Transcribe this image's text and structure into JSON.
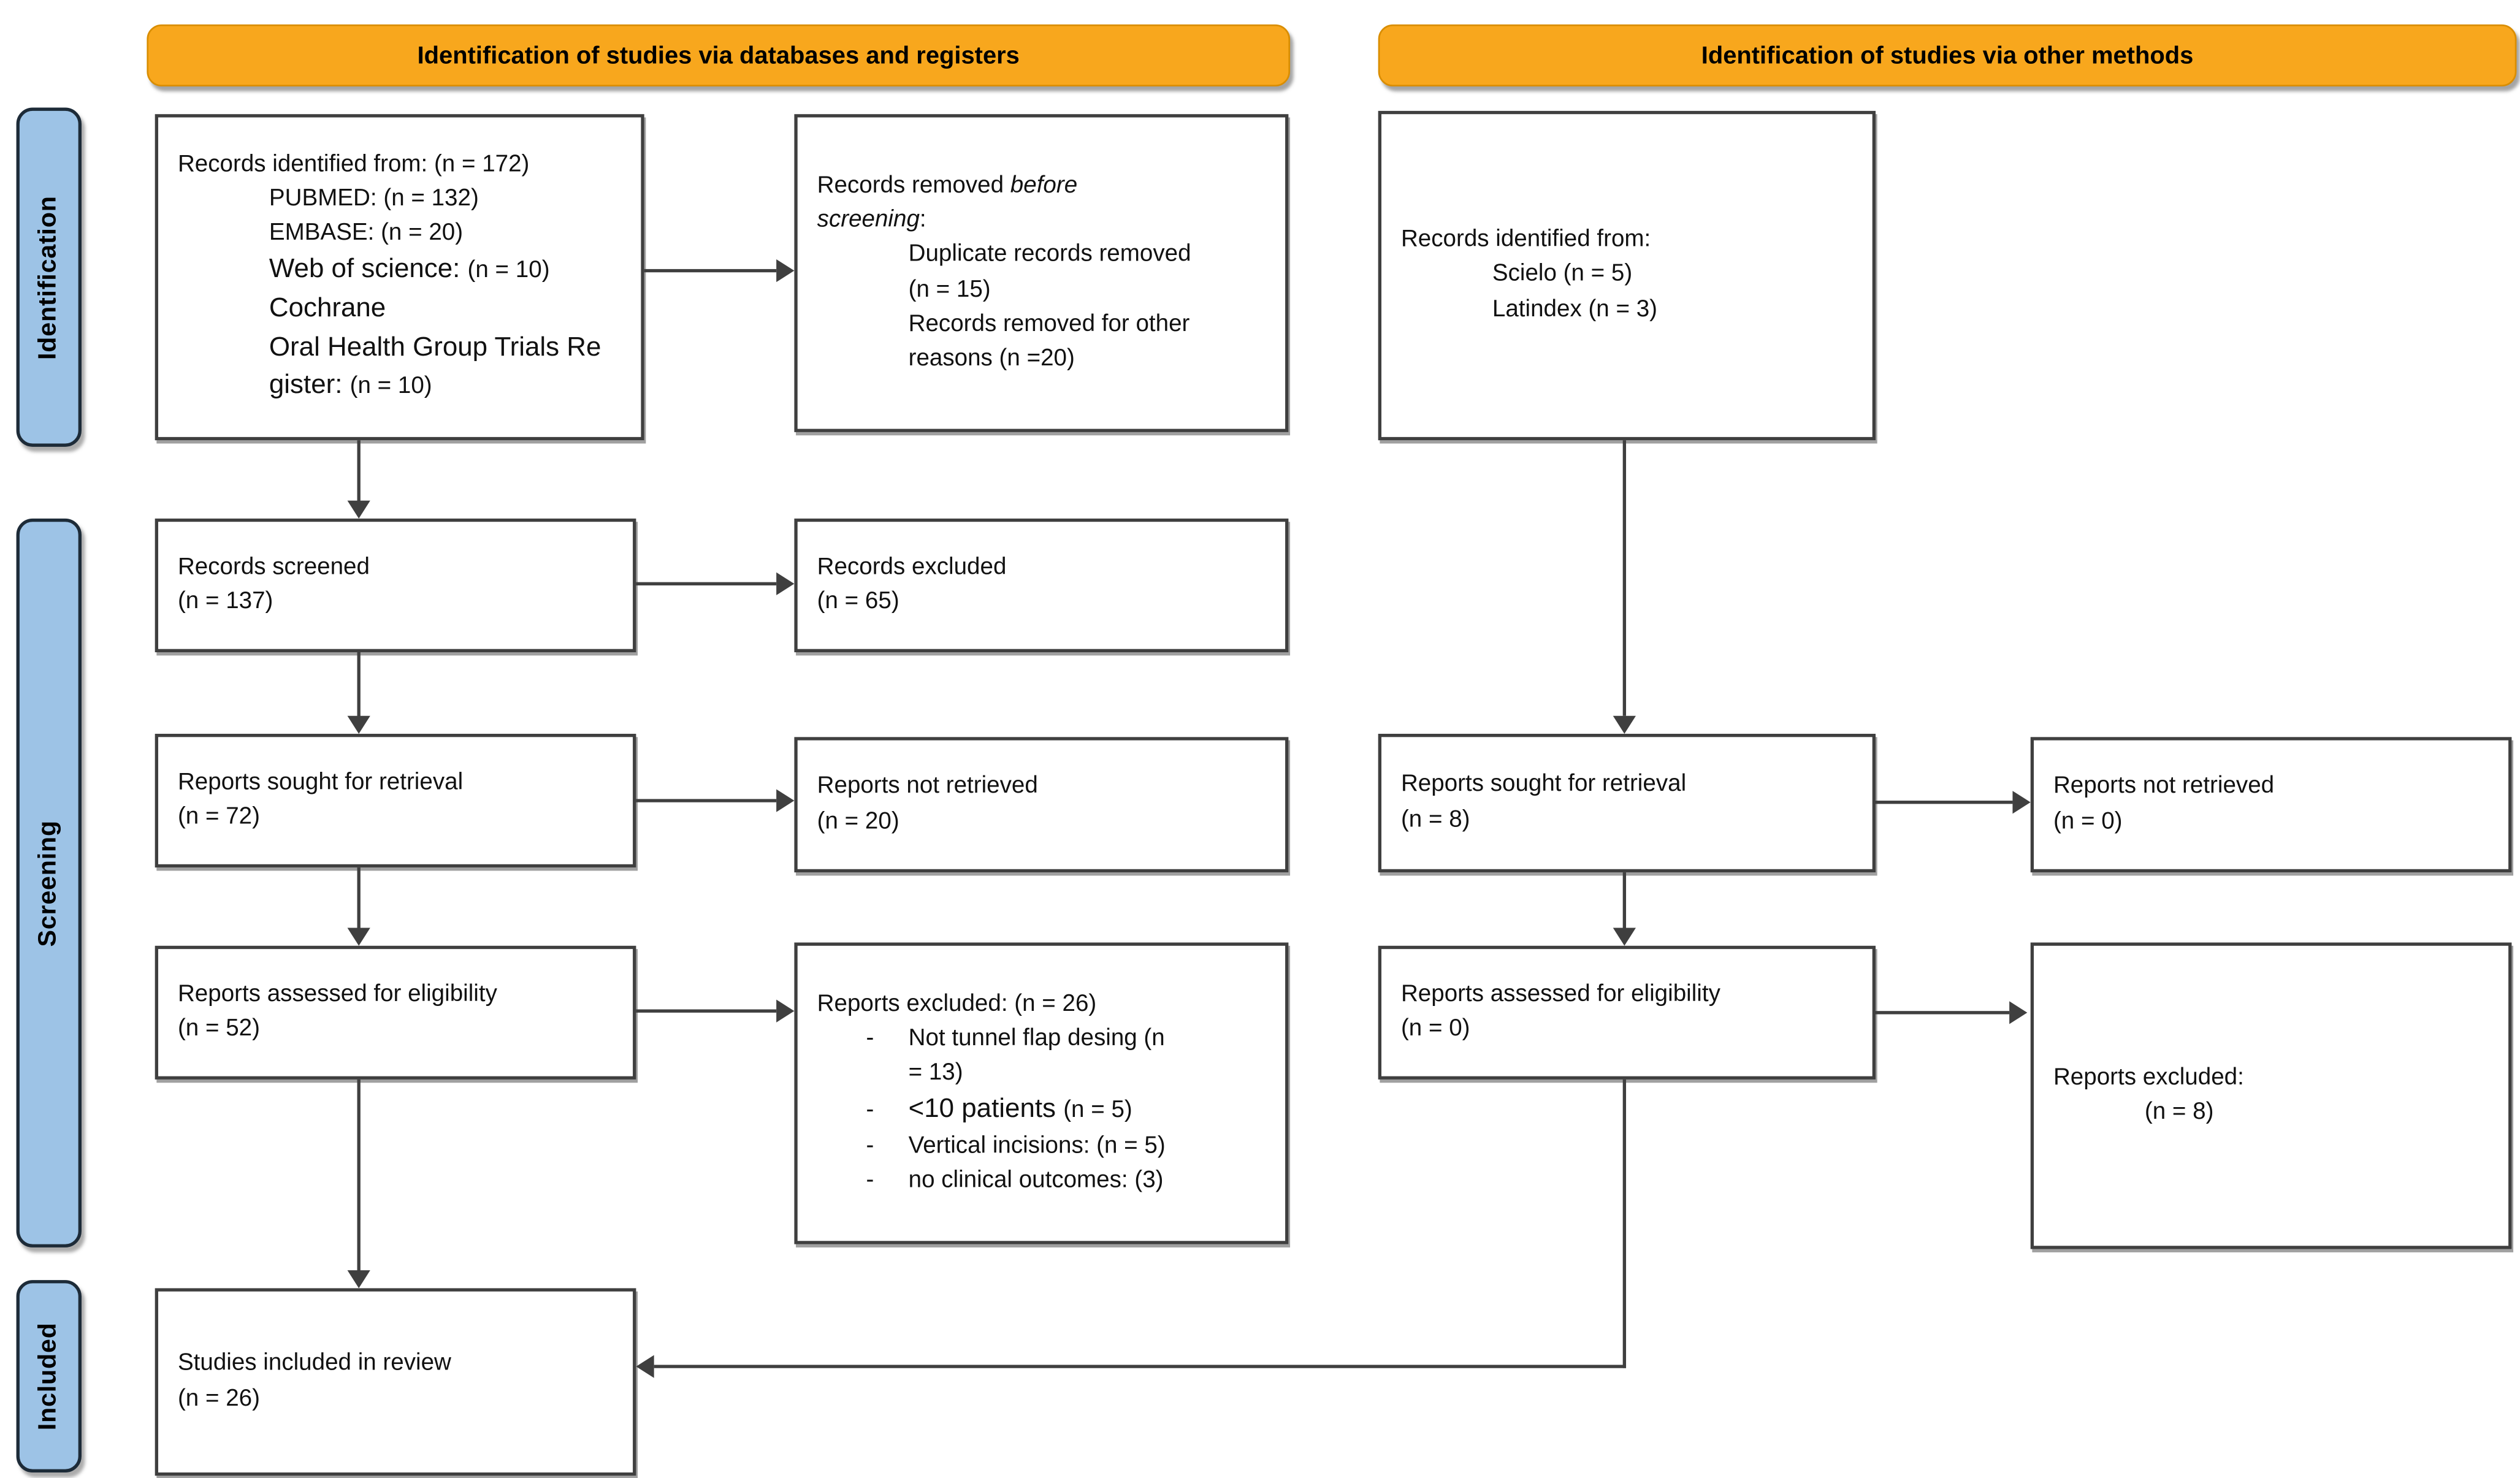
{
  "colors": {
    "banner_bg": "#F8A71D",
    "sidebar_bg": "#9DC3E6",
    "line_color": "#3F3F3F",
    "box_border": "#3F3F3F",
    "text_color": "#111111"
  },
  "banners": {
    "databases": {
      "label": "Identification of studies via databases and registers"
    },
    "other": {
      "label": "Identification of studies via other methods"
    }
  },
  "sidebar": {
    "items": [
      {
        "label": "Identification"
      },
      {
        "label": "Screening"
      },
      {
        "label": "Included"
      }
    ]
  },
  "boxes": {
    "records_identified_db": {
      "lines": [
        {
          "seg": [
            {
              "t": "Records identified from: (n = 172)"
            }
          ]
        },
        {
          "seg": [
            {
              "t": "PUBMED: (n = 132)"
            }
          ],
          "indent": 2
        },
        {
          "seg": [
            {
              "t": "EMBASE: (n = 20)"
            }
          ],
          "indent": 2
        },
        {
          "seg": [
            {
              "t": "Web of science: ",
              "style": "alt"
            },
            {
              "t": "(n = 10)"
            }
          ],
          "indent": 2
        },
        {
          "seg": [
            {
              "t": "Cochrane",
              "style": "alt"
            }
          ],
          "indent": 2
        },
        {
          "seg": [
            {
              "t": "Oral Health Group Trials Re",
              "style": "alt"
            }
          ],
          "indent": 2
        },
        {
          "seg": [
            {
              "t": "gister: ",
              "style": "alt"
            },
            {
              "t": "(n = 10)"
            }
          ],
          "indent": 2
        }
      ]
    },
    "records_removed_before_screening": {
      "lines": [
        {
          "seg": [
            {
              "t": "Records removed "
            },
            {
              "t": "before",
              "style": "italic"
            }
          ]
        },
        {
          "seg": [
            {
              "t": "screening",
              "style": "italic"
            },
            {
              "t": ":"
            }
          ]
        },
        {
          "seg": [
            {
              "t": "Duplicate records removed"
            }
          ],
          "indent": 2
        },
        {
          "seg": [
            {
              "t": "(n = 15)"
            }
          ],
          "indent": 2
        },
        {
          "seg": [
            {
              "t": "Records removed for other"
            }
          ],
          "indent": 2
        },
        {
          "seg": [
            {
              "t": "reasons (n =20)"
            }
          ],
          "indent": 2
        }
      ]
    },
    "records_identified_other": {
      "lines": [
        {
          "seg": [
            {
              "t": "Records identified from:"
            }
          ]
        },
        {
          "seg": [
            {
              "t": "Scielo (n = 5)"
            }
          ],
          "indent": 2
        },
        {
          "seg": [
            {
              "t": "Latindex (n = 3)"
            }
          ],
          "indent": 2
        }
      ]
    },
    "records_screened": {
      "lines": [
        {
          "seg": [
            {
              "t": "Records screened"
            }
          ]
        },
        {
          "seg": [
            {
              "t": "(n = 137)"
            }
          ]
        }
      ]
    },
    "records_excluded": {
      "lines": [
        {
          "seg": [
            {
              "t": "Records excluded"
            }
          ]
        },
        {
          "seg": [
            {
              "t": "(n = 65)"
            }
          ]
        }
      ]
    },
    "reports_sought_db": {
      "lines": [
        {
          "seg": [
            {
              "t": "Reports sought for retrieval"
            }
          ]
        },
        {
          "seg": [
            {
              "t": "(n = 72)"
            }
          ]
        }
      ]
    },
    "reports_not_retrieved_db": {
      "lines": [
        {
          "seg": [
            {
              "t": "Reports not retrieved"
            }
          ]
        },
        {
          "seg": [
            {
              "t": "(n = 20)"
            }
          ]
        }
      ]
    },
    "reports_sought_other": {
      "lines": [
        {
          "seg": [
            {
              "t": "Reports sought for retrieval"
            }
          ]
        },
        {
          "seg": [
            {
              "t": "(n = 8)"
            }
          ]
        }
      ]
    },
    "reports_not_retrieved_other": {
      "lines": [
        {
          "seg": [
            {
              "t": "Reports not retrieved"
            }
          ]
        },
        {
          "seg": [
            {
              "t": "(n = 0)"
            }
          ]
        }
      ]
    },
    "reports_assessed_db": {
      "lines": [
        {
          "seg": [
            {
              "t": "Reports assessed for eligibility"
            }
          ]
        },
        {
          "seg": [
            {
              "t": "(n = 52)"
            }
          ]
        }
      ]
    },
    "reports_excluded_db": {
      "lines": [
        {
          "seg": [
            {
              "t": "Reports excluded: (n = 26)"
            }
          ]
        },
        {
          "seg": [
            {
              "t": "Not tunnel flap desing (n"
            }
          ],
          "indent": 1,
          "marker": "-"
        },
        {
          "seg": [
            {
              "t": "= 13)"
            }
          ],
          "indent": 1,
          "marker": ""
        },
        {
          "seg": [
            {
              "t": "<10 patients ",
              "style": "alt"
            },
            {
              "t": "(n = 5)"
            }
          ],
          "indent": 1,
          "marker": "-"
        },
        {
          "seg": [
            {
              "t": "Vertical incisions: (n = 5)"
            }
          ],
          "indent": 1,
          "marker": "-"
        },
        {
          "seg": [
            {
              "t": "no clinical outcomes: (3)"
            }
          ],
          "indent": 1,
          "marker": "-"
        }
      ]
    },
    "reports_assessed_other": {
      "lines": [
        {
          "seg": [
            {
              "t": "Reports assessed for eligibility"
            }
          ]
        },
        {
          "seg": [
            {
              "t": "(n = 0)"
            }
          ]
        }
      ]
    },
    "reports_excluded_other": {
      "lines": [
        {
          "seg": [
            {
              "t": "Reports excluded:"
            }
          ]
        },
        {
          "seg": [
            {
              "t": "(n = 8)"
            }
          ],
          "indent": 2
        }
      ]
    },
    "studies_included": {
      "lines": [
        {
          "seg": [
            {
              "t": "Studies included in review"
            }
          ]
        },
        {
          "seg": [
            {
              "t": "(n = 26)"
            }
          ]
        }
      ]
    }
  }
}
